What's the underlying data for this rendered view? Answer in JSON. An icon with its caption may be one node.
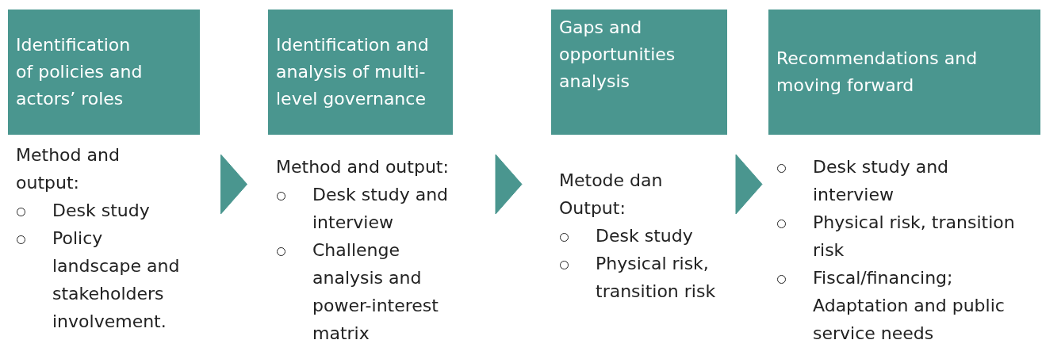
{
  "diagram": {
    "nodes": [
      {
        "text": [
          "Identification of policies and actors’ roles"
        ],
        "beside": [
          "Method and output:",
          "Desk study",
          "Policy landscape and stakeholders involvement."
        ]
      },
      {
        "text": [
          "Identification and analysis of multi-level governance"
        ],
        "beside": [
          "Method and output:",
          "Desk study and interview",
          "Challenge analysis and power-interest matrix"
        ]
      },
      {
        "text": [
          "Gaps and opportunities analysis"
        ],
        "beside": [
          "Metode dan Output:",
          "Desk study",
          "Physical risk, transition risk"
        ]
      },
      {
        "text": [
          "Recommendations and moving forward"
        ],
        "beside": [
          "Desk study and interview",
          "Physical risk, transition risk",
          "Fiscal/financing; Adaptation and public service needs"
        ]
      }
    ],
    "edges": [
      {
        "from": 0,
        "to": 1,
        "arrow": "to"
      },
      {
        "from": 1,
        "to": 2,
        "arrow": "to"
      },
      {
        "from": 2,
        "to": 3,
        "arrow": "to"
      }
    ]
  }
}
